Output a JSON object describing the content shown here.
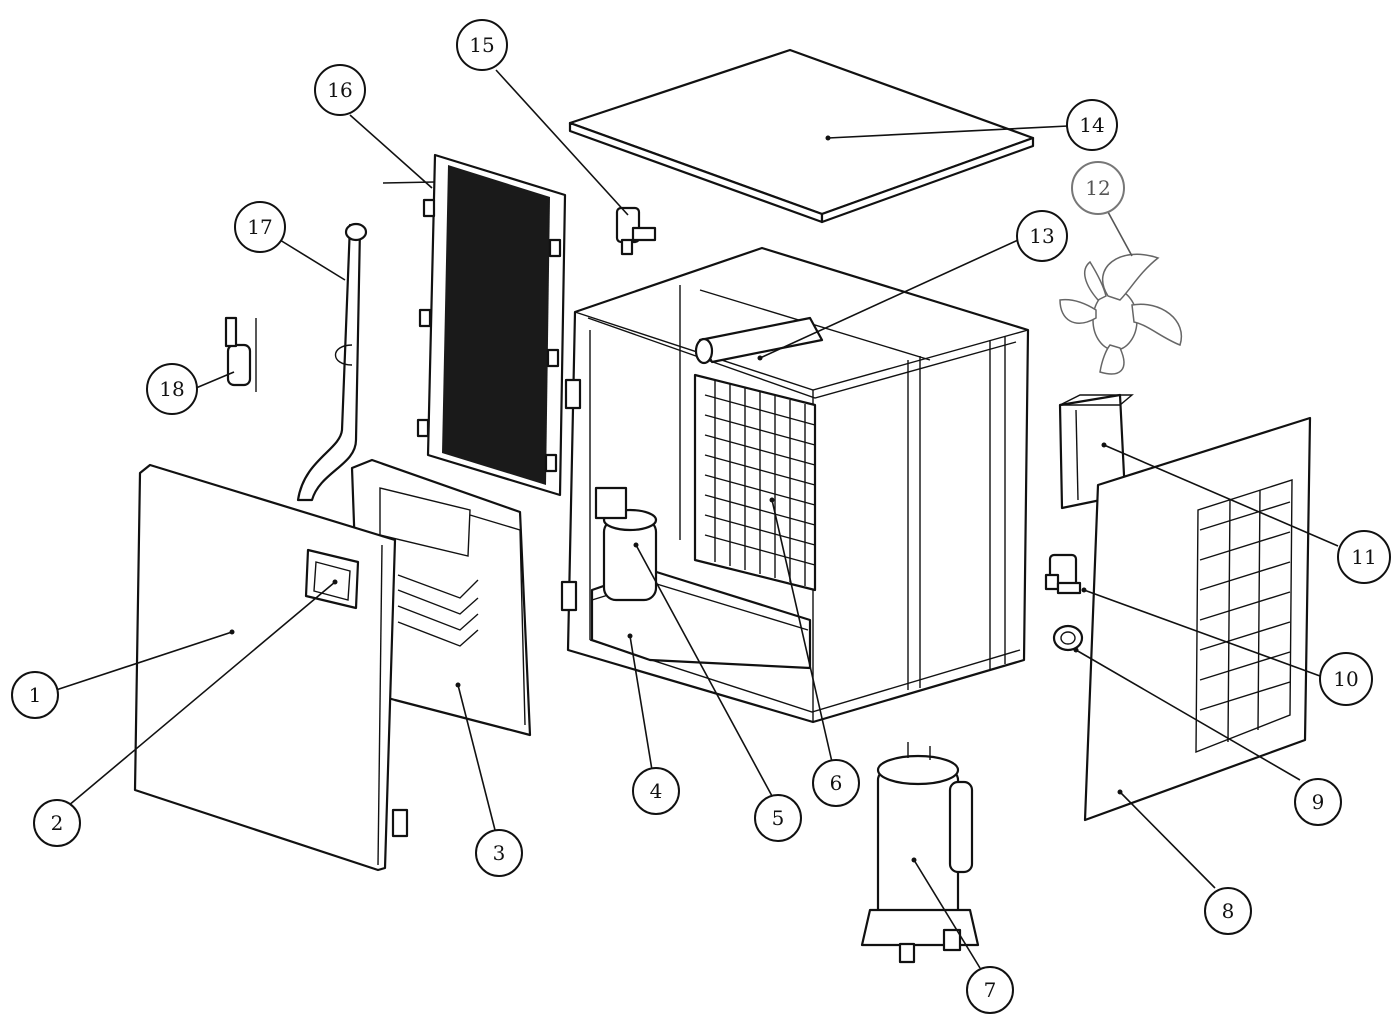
{
  "callouts": [
    {
      "id": "1",
      "label": "1"
    },
    {
      "id": "2",
      "label": "2"
    },
    {
      "id": "3",
      "label": "3"
    },
    {
      "id": "4",
      "label": "4"
    },
    {
      "id": "5",
      "label": "5"
    },
    {
      "id": "6",
      "label": "6"
    },
    {
      "id": "7",
      "label": "7"
    },
    {
      "id": "8",
      "label": "8"
    },
    {
      "id": "9",
      "label": "9"
    },
    {
      "id": "10",
      "label": "10"
    },
    {
      "id": "11",
      "label": "11"
    },
    {
      "id": "12",
      "label": "12"
    },
    {
      "id": "13",
      "label": "13"
    },
    {
      "id": "14",
      "label": "14"
    },
    {
      "id": "15",
      "label": "15"
    },
    {
      "id": "16",
      "label": "16"
    },
    {
      "id": "17",
      "label": "17"
    },
    {
      "id": "18",
      "label": "18"
    }
  ],
  "colors": {
    "line": "#111111",
    "background": "#ffffff",
    "fan_line": "#666666"
  }
}
